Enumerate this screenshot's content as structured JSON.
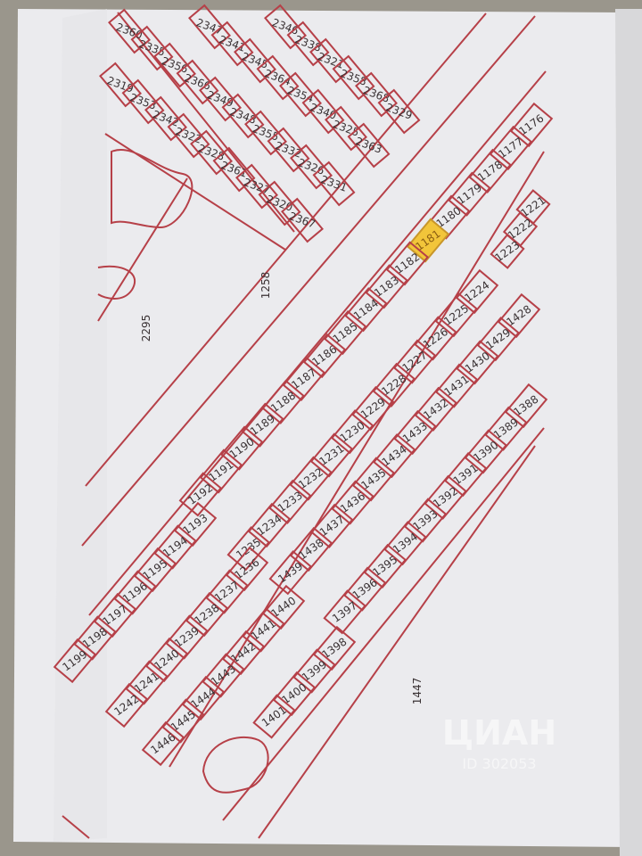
{
  "map": {
    "highlighted_lot": "1181",
    "highlight_color": "#f2c53a",
    "line_color": "#b64048",
    "area_labels": {
      "road": "1258",
      "left_area": "2295",
      "right_area": "1447"
    },
    "watermark": {
      "text": "ЦИАН",
      "id": "ID 302053"
    },
    "top_block": {
      "row1": [
        "2360",
        "2335",
        "2356",
        "2366",
        "2349",
        "2348",
        "2355",
        "2332",
        "2326",
        "2331"
      ],
      "row2": [
        "2319",
        "2353",
        "2342",
        "2322",
        "2328",
        "2361",
        "2327",
        "2320",
        "2367"
      ],
      "row3": [
        "2347",
        "2341",
        "2345",
        "2364",
        "2354",
        "2340",
        "2325",
        "2363"
      ],
      "row4": [
        "2346",
        "2338",
        "2321",
        "2358",
        "2368",
        "2329"
      ]
    },
    "col1": [
      "1176",
      "1177",
      "1178",
      "1179",
      "1180",
      "1181",
      "1182",
      "1183",
      "1184",
      "1185",
      "1186",
      "1187",
      "1188",
      "1189",
      "1190",
      "1191",
      "1192"
    ],
    "col1b": [
      "1193",
      "1194",
      "1195",
      "1196",
      "1197",
      "1198",
      "1199"
    ],
    "col2": [
      "1224",
      "1225",
      "1226",
      "1227",
      "1228",
      "1229",
      "1230",
      "1231",
      "1232",
      "1233",
      "1234",
      "1235"
    ],
    "col3": [
      "1428",
      "1429",
      "1430",
      "1431",
      "1432",
      "1433",
      "1434",
      "1435",
      "1436",
      "1437",
      "1438",
      "1439"
    ],
    "col4": [
      "1388",
      "1389",
      "1390",
      "1391",
      "1392",
      "1393",
      "1394",
      "1395",
      "1396",
      "1397"
    ],
    "right_top": [
      "1221",
      "1222",
      "1223"
    ],
    "lower_a": [
      "1236",
      "1237",
      "1238",
      "1239",
      "1240",
      "1241",
      "1242"
    ],
    "lower_b": [
      "1440",
      "1441",
      "1442",
      "1443",
      "1444",
      "1445",
      "1446"
    ],
    "lower_c": [
      "1398",
      "1399",
      "1400",
      "1401"
    ]
  }
}
